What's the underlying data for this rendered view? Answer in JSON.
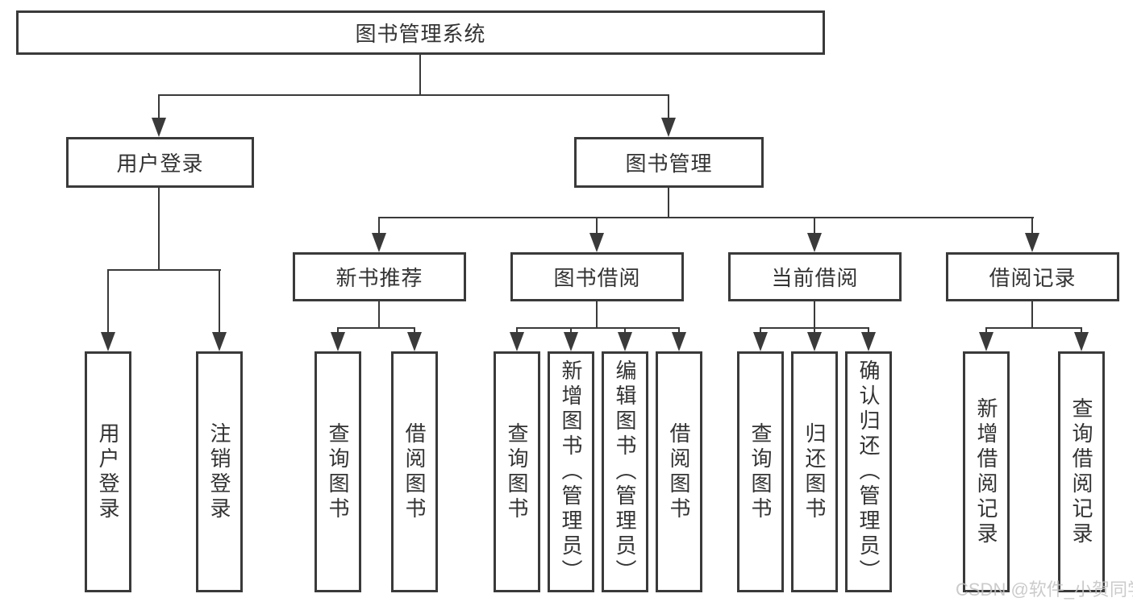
{
  "diagram": {
    "type": "hierarchy-tree",
    "direction": "top-down"
  },
  "tree": {
    "root": {
      "label": "图书管理系统",
      "children": [
        {
          "label": "用户登录",
          "children": [
            {
              "label": "用户登录"
            },
            {
              "label": "注销登录"
            }
          ]
        },
        {
          "label": "图书管理",
          "children": [
            {
              "label": "新书推荐",
              "children": [
                {
                  "label": "查询图书"
                },
                {
                  "label": "借阅图书"
                }
              ]
            },
            {
              "label": "图书借阅",
              "children": [
                {
                  "label": "查询图书"
                },
                {
                  "label": "新增图书（管理员）"
                },
                {
                  "label": "编辑图书（管理员）"
                },
                {
                  "label": "借阅图书"
                }
              ]
            },
            {
              "label": "当前借阅",
              "children": [
                {
                  "label": "查询图书"
                },
                {
                  "label": "归还图书"
                },
                {
                  "label": "确认归还（管理员）"
                }
              ]
            },
            {
              "label": "借阅记录",
              "children": [
                {
                  "label": "新增借阅记录"
                },
                {
                  "label": "查询借阅记录"
                }
              ]
            }
          ]
        }
      ]
    }
  },
  "watermark": {
    "text": "CSDN @软件_小贺同学"
  },
  "colors": {
    "line": "#3a3a3a",
    "text": "#333333",
    "watermark": "#c2c2c2",
    "background": "#ffffff"
  }
}
